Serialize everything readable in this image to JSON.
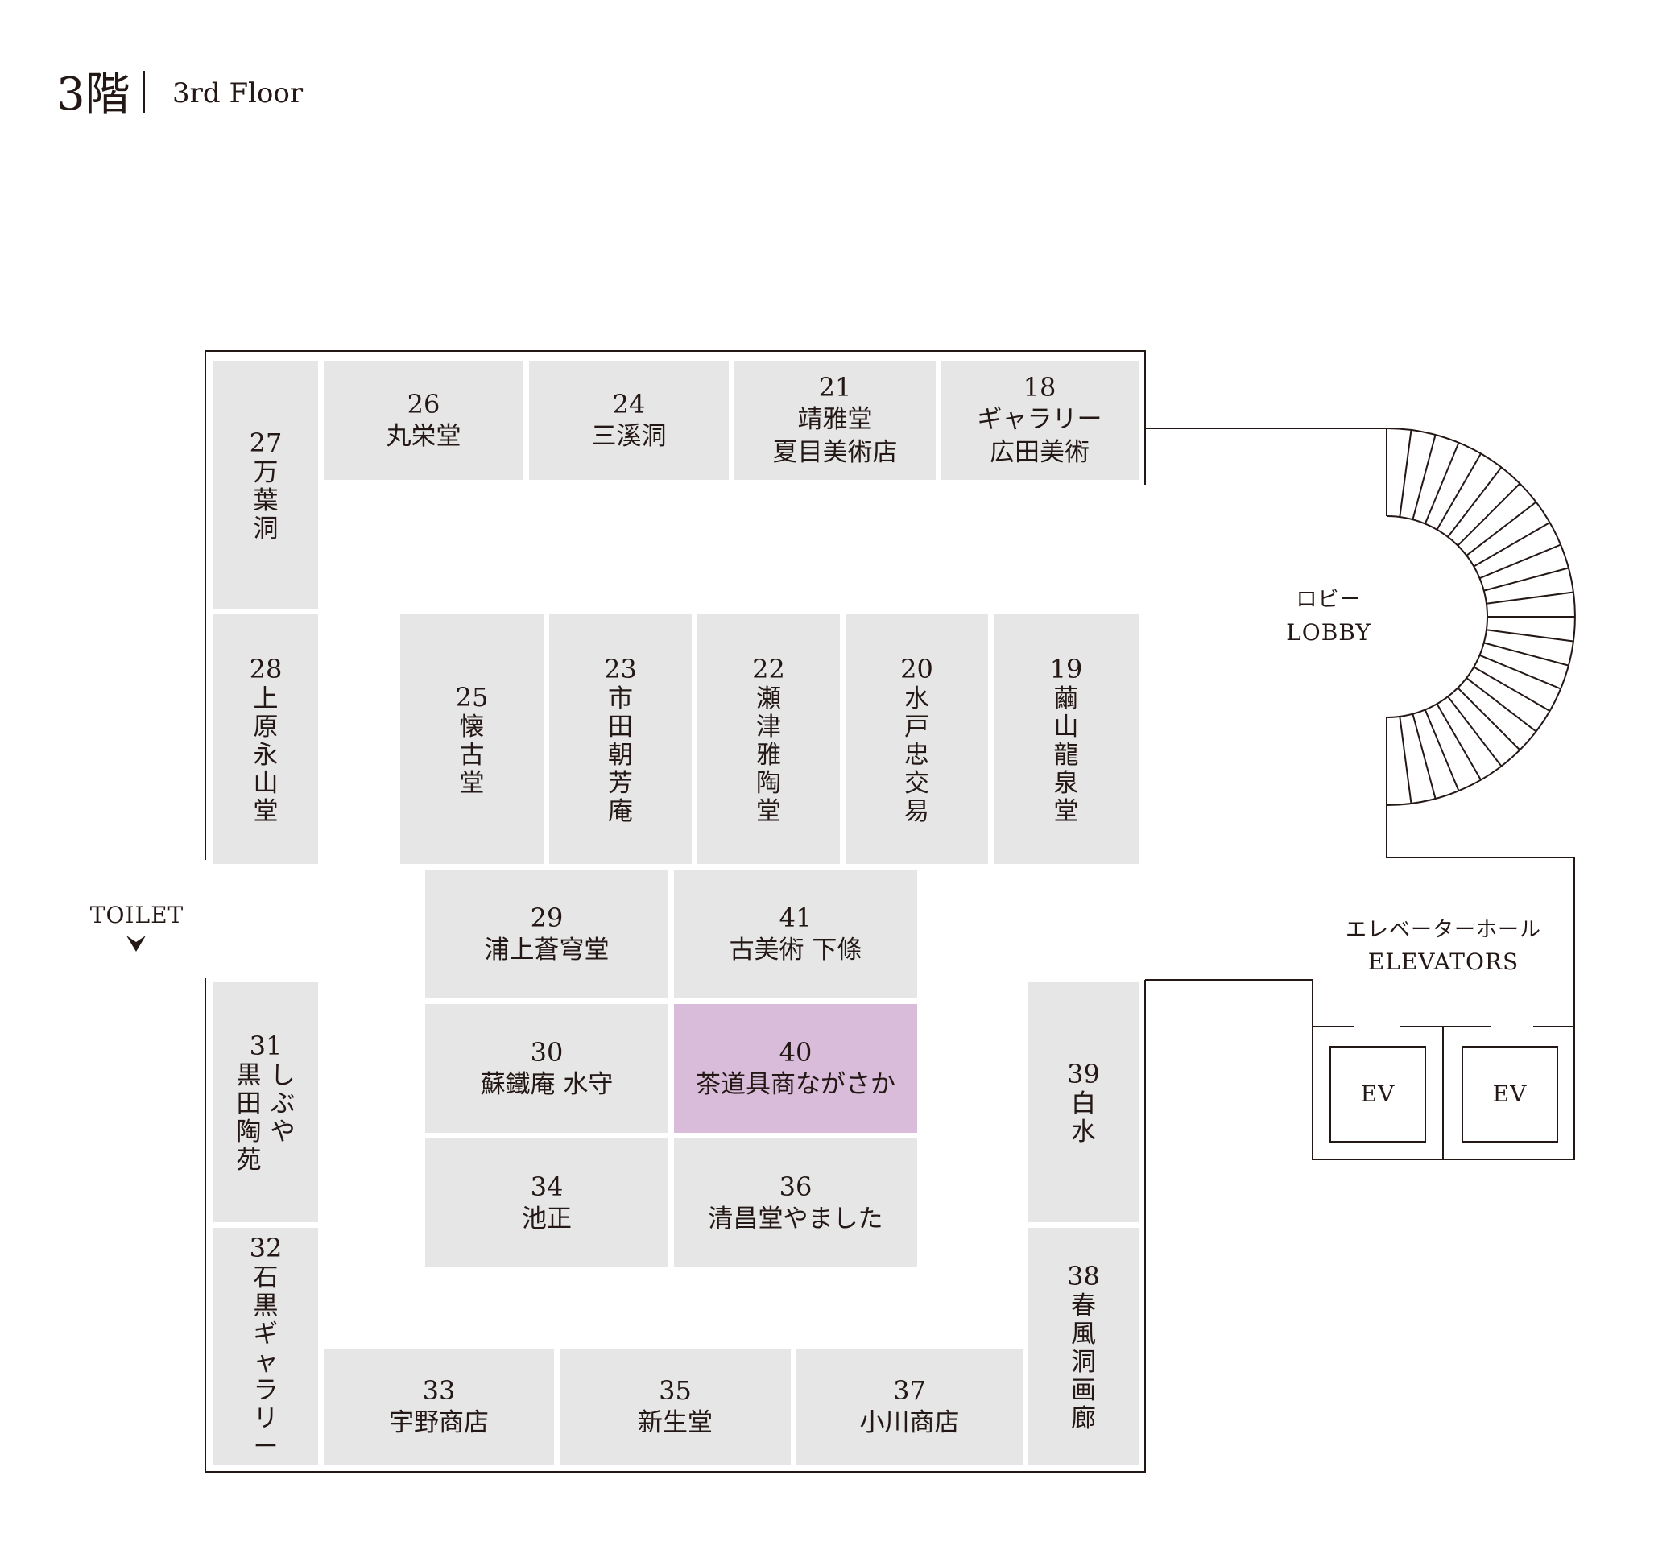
{
  "header": {
    "floor_jp": "3階",
    "floor_en": "3rd Floor"
  },
  "labels": {
    "toilet": "TOILET",
    "lobby_jp": "ロビー",
    "lobby_en": "LOBBY",
    "elevator_hall_jp": "エレベーターホール",
    "elevator_hall_en": "ELEVATORS",
    "ev": "EV"
  },
  "booths": {
    "b26": {
      "num": "26",
      "name": "丸栄堂"
    },
    "b24": {
      "num": "24",
      "name": "三溪洞"
    },
    "b21": {
      "num": "21",
      "name1": "靖雅堂",
      "name2": "夏目美術店"
    },
    "b18": {
      "num": "18",
      "name1": "ギャラリー",
      "name2": "広田美術"
    },
    "b27": {
      "num": "27",
      "name": "万葉洞"
    },
    "b28": {
      "num": "28",
      "name": "上原永山堂"
    },
    "b25": {
      "num": "25",
      "name": "懐古堂"
    },
    "b23": {
      "num": "23",
      "name": "市田朝芳庵"
    },
    "b22": {
      "num": "22",
      "name": "瀬津雅陶堂"
    },
    "b20": {
      "num": "20",
      "name": "水戸忠交易"
    },
    "b19": {
      "num": "19",
      "name": "繭山龍泉堂"
    },
    "b29": {
      "num": "29",
      "name": "浦上蒼穹堂"
    },
    "b41": {
      "num": "41",
      "name": "古美術 下條"
    },
    "b30": {
      "num": "30",
      "name": "蘇鐵庵 水守"
    },
    "b40": {
      "num": "40",
      "name": "茶道具商ながさか"
    },
    "b34": {
      "num": "34",
      "name": "池正"
    },
    "b36": {
      "num": "36",
      "name": "清昌堂やました"
    },
    "b31": {
      "num": "31",
      "name_right": "しぶや",
      "name_left": "黒田陶苑"
    },
    "b32": {
      "num": "32",
      "name": "石黒ギャラリー"
    },
    "b39": {
      "num": "39",
      "name": "白水"
    },
    "b38": {
      "num": "38",
      "name": "春風洞画廊"
    },
    "b33": {
      "num": "33",
      "name": "宇野商店"
    },
    "b35": {
      "num": "35",
      "name": "新生堂"
    },
    "b37": {
      "num": "37",
      "name": "小川商店"
    }
  },
  "colors": {
    "booth_fill": "#e6e6e6",
    "highlight_fill": "#d9bcd9",
    "line": "#231815",
    "text": "#231815"
  }
}
